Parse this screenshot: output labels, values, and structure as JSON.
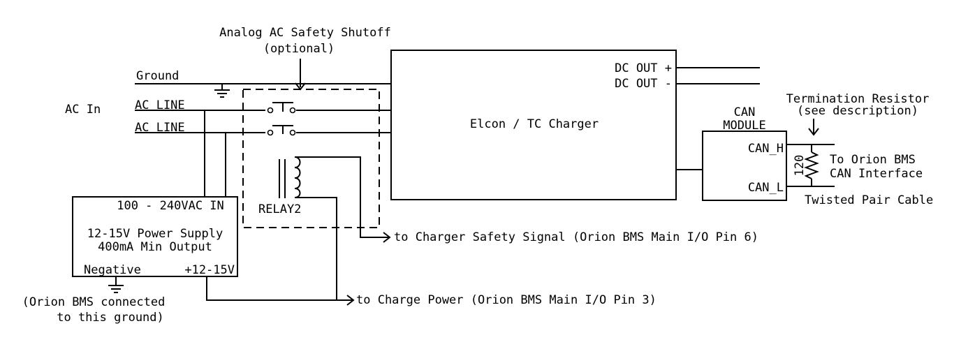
{
  "labels": {
    "safety_shutoff": "Analog AC Safety Shutoff",
    "optional": "(optional)",
    "ground": "Ground",
    "ac_in": "AC In",
    "ac_line_1": "AC LINE",
    "ac_line_2": "AC LINE",
    "relay": "RELAY2",
    "charger": "Elcon / TC Charger",
    "dc_out_pos": "DC OUT +",
    "dc_out_neg": "DC OUT -",
    "can_module_1": "CAN",
    "can_module_2": "MODULE",
    "can_h": "CAN_H",
    "can_l": "CAN_L",
    "resistor_value": "120",
    "termination_1": "Termination Resistor",
    "termination_2": "(see description)",
    "orion_1": "To Orion BMS",
    "orion_2": "CAN Interface",
    "twisted_pair": "Twisted Pair Cable",
    "psu_in": "100 - 240VAC IN",
    "psu_1": "12-15V Power Supply",
    "psu_2": "400mA Min Output",
    "negative": "Negative",
    "positive": "+12-15V",
    "safety_signal": "to Charger Safety Signal (Orion BMS Main I/O Pin 6)",
    "charge_power": "to Charge Power (Orion BMS Main I/O Pin 3)",
    "gnd_note_1": "(Orion BMS connected",
    "gnd_note_2": "to this ground)"
  }
}
